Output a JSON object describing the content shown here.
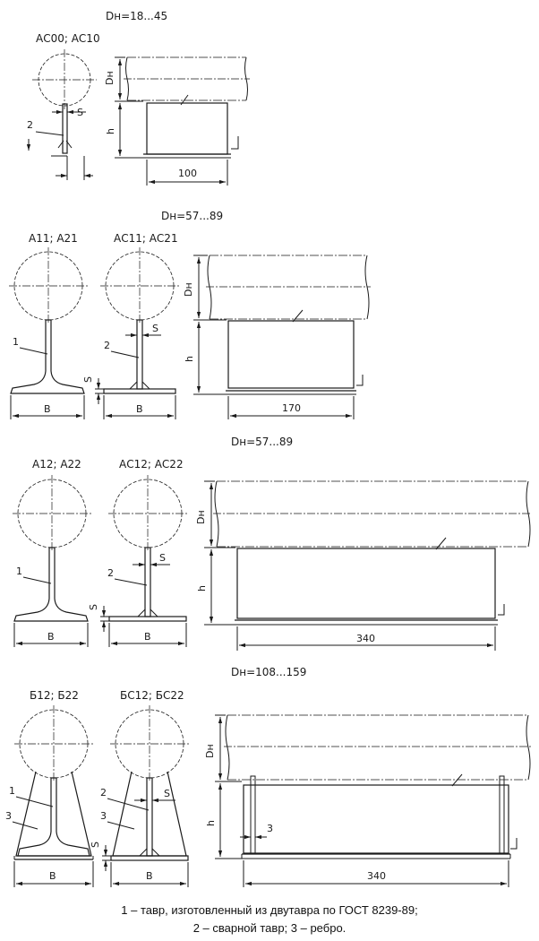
{
  "group1": {
    "diameter": "Dн=18...45",
    "title": "АС00; АС10",
    "marker_2": "2",
    "label_s": "S",
    "label_dh": "Dн",
    "label_h": "h",
    "length": "100"
  },
  "group2": {
    "diameter": "Dн=57...89",
    "title_left": "А11; А21",
    "title_right": "АС11; АС21",
    "marker_1": "1",
    "marker_2": "2",
    "label_s": "S",
    "label_s_side": "S",
    "label_b_left": "B",
    "label_b_right": "B",
    "label_dh": "Dн",
    "label_h": "h",
    "length": "170"
  },
  "group3": {
    "diameter": "Dн=57...89",
    "title_left": "А12; А22",
    "title_right": "АС12; АС22",
    "marker_1": "1",
    "marker_2": "2",
    "label_s": "S",
    "label_s_side": "S",
    "label_b_left": "B",
    "label_b_right": "B",
    "label_dh": "Dн",
    "label_h": "h",
    "length": "340"
  },
  "group4": {
    "diameter": "Dн=108...159",
    "title_left": "Б12; Б22",
    "title_right": "БС12; БС22",
    "marker_1": "1",
    "marker_3_left": "3",
    "marker_2": "2",
    "marker_3_right": "3",
    "marker_3_side": "3",
    "label_s": "S",
    "label_s_side": "S",
    "label_b_left": "B",
    "label_b_right": "B",
    "label_dh": "Dн",
    "label_h": "h",
    "length": "340"
  },
  "legend": {
    "line1": "1 – тавр, изготовленный из двутавра по ГОСТ 8239-89;",
    "line2": "2 – сварной тавр;  3 – ребро."
  }
}
